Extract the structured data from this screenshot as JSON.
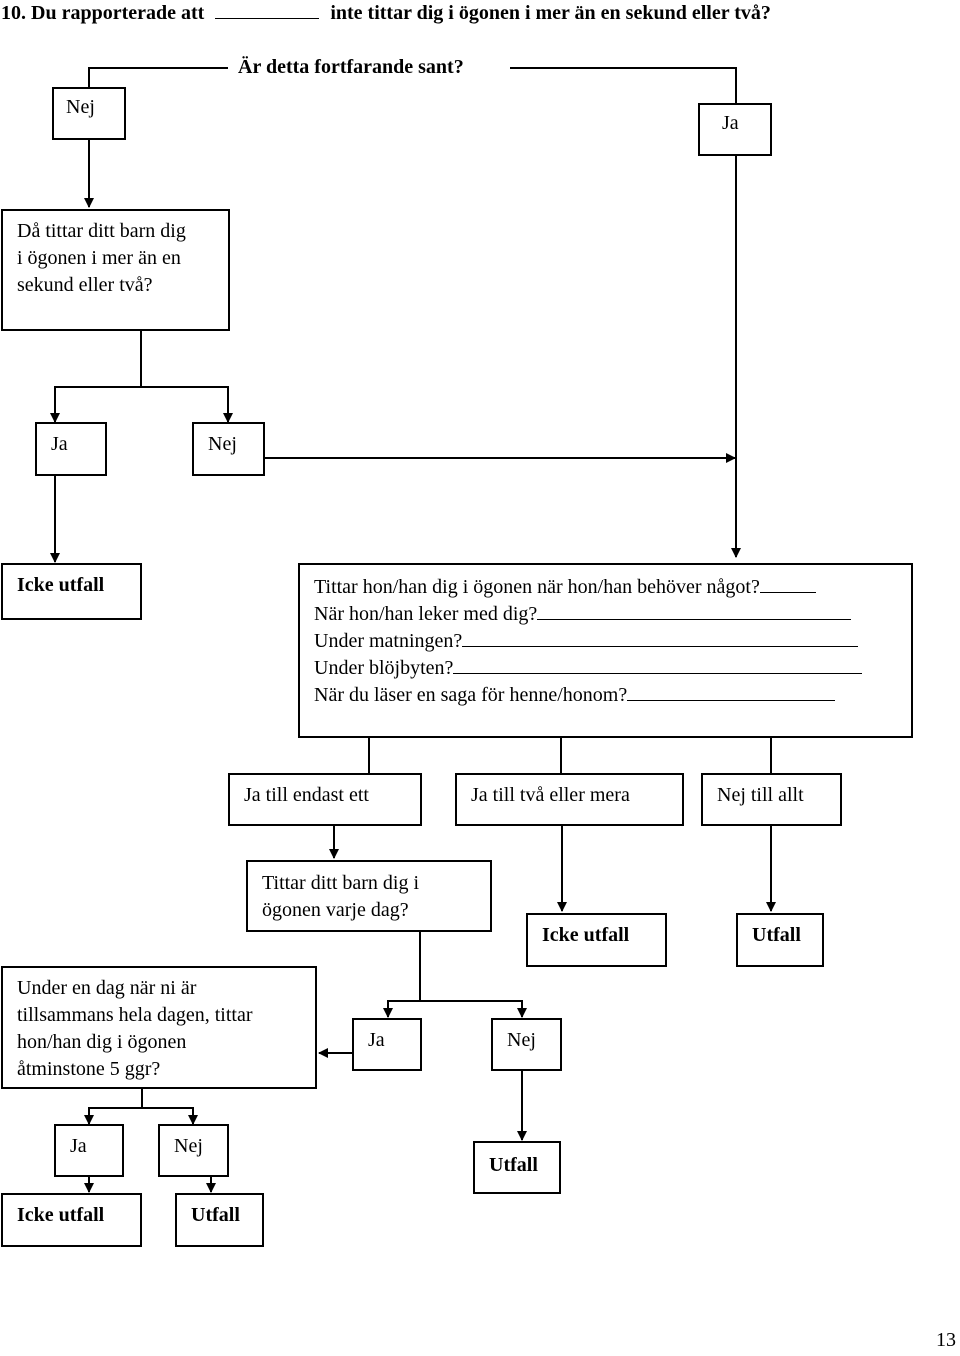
{
  "question": {
    "number_text": "10. Du rapporterade att",
    "rest_text": "inte tittar dig i ögonen i mer än en sekund eller två?",
    "subtitle": "Är detta fortfarande sant?"
  },
  "q_nej": "Nej",
  "q_ja": "Ja",
  "box_followup": [
    "Då tittar ditt barn dig",
    "i ögonen i mer än en",
    "sekund eller två?"
  ],
  "fu_ja": "Ja",
  "fu_nej": "Nej",
  "icke_utfall_1": "Icke utfall",
  "situations": [
    "Tittar hon/han dig i ögonen när hon/han behöver något?",
    "När hon/han leker med dig?",
    "Under matningen?",
    "Under blöjbyten?",
    "När du läser en saga för henne/honom?"
  ],
  "opt_one": "Ja till endast ett",
  "opt_two": "Ja till två eller mera",
  "opt_none": "Nej till allt",
  "box_daily": [
    "Tittar ditt barn dig i",
    "ögonen varje dag?"
  ],
  "icke_utfall_2": "Icke utfall",
  "utfall_1": "Utfall",
  "box_fivetimes": [
    "Under en dag när ni är",
    "tillsammans hela dagen, tittar",
    "hon/han dig i ögonen",
    "åtminstone 5 ggr?"
  ],
  "daily_ja": "Ja",
  "daily_nej": "Nej",
  "five_ja": "Ja",
  "five_nej": "Nej",
  "utfall_2": "Utfall",
  "icke_utfall_3": "Icke utfall",
  "utfall_3": "Utfall",
  "page_number": "13"
}
